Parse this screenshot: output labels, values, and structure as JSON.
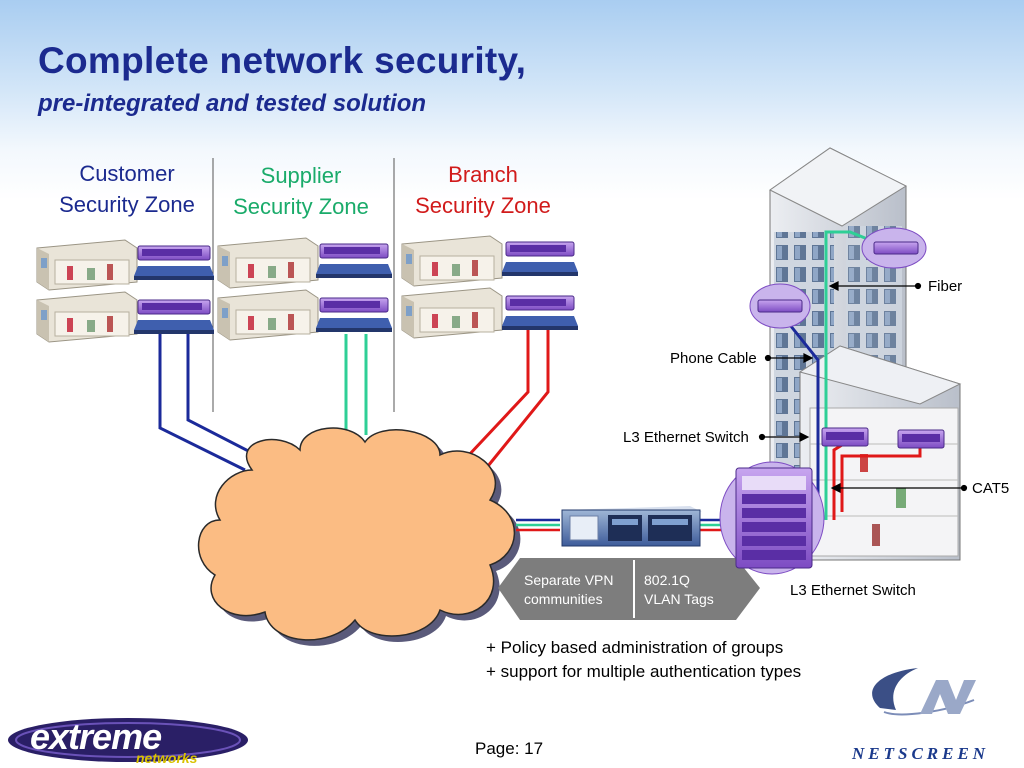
{
  "title": {
    "line1": "Complete network security,",
    "line2": "pre-integrated and tested solution"
  },
  "zones": [
    {
      "line1": "Customer",
      "line2": "Security Zone",
      "color": "#1b2a8f"
    },
    {
      "line1": "Supplier",
      "line2": "Security Zone",
      "color": "#1aab6a"
    },
    {
      "line1": "Branch",
      "line2": "Security Zone",
      "color": "#d11b1b"
    }
  ],
  "callouts": {
    "fiber": "Fiber",
    "phone_cable": "Phone Cable",
    "l3_switch_upper": "L3 Ethernet Switch",
    "cat5": "CAT5",
    "l3_switch_lower": "L3 Ethernet Switch"
  },
  "arrow_box": {
    "left_line1": "Separate VPN",
    "left_line2": "communities",
    "right_line1": "802.1Q",
    "right_line2": "VLAN Tags"
  },
  "bullets": [
    "+ Policy based administration of groups",
    "+ support for multiple authentication types"
  ],
  "footer": {
    "page": "Page: 17"
  },
  "logos": {
    "extreme_word": "extreme",
    "extreme_sub": "networks",
    "netscreen": "NETSCREEN"
  },
  "colors": {
    "title": "#1b2a8f",
    "customer_link": "#1b2a9a",
    "supplier_link": "#2ecf96",
    "branch_link": "#e01818",
    "cloud_fill": "#fbbc83",
    "arrow_box": "#7d7d7d"
  }
}
